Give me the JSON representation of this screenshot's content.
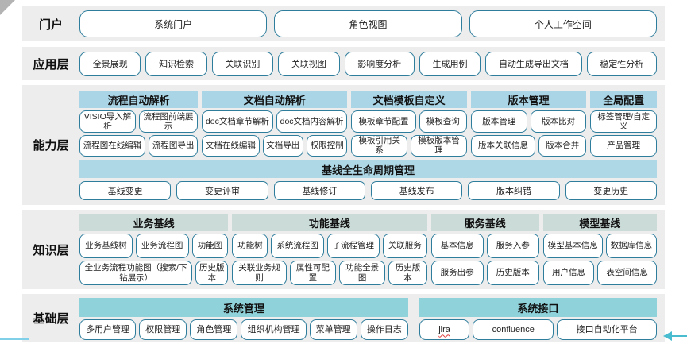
{
  "colors": {
    "band_bg": "#ededed",
    "button_border": "#2e7d9c",
    "capability_header_bg": "#a9d5e6",
    "baseline_banner_bg": "#aed8e6",
    "knowledge_header_bg": "#cbdbd8",
    "foundation_header_bg": "#8fd2da",
    "corner_triangle": "#b3b3b3",
    "bottom_line": "#7fd0e8",
    "arrow": "#49bcd0",
    "spellcheck_underline": "#e03a3a"
  },
  "portal": {
    "label": "门户",
    "buttons": [
      "系统门户",
      "角色视图",
      "个人工作空间"
    ]
  },
  "application": {
    "label": "应用层",
    "buttons": [
      "全景展现",
      "知识检索",
      "关联识别",
      "关联视图",
      "影响度分析",
      "生成用例",
      "自动生成导出文档",
      "稳定性分析"
    ]
  },
  "capability": {
    "label": "能力层",
    "groups": [
      {
        "header": "流程自动解析",
        "rows": [
          [
            "VISIO导入解析",
            "流程图前端展示"
          ],
          [
            "流程图在线编辑",
            "流程图导出"
          ]
        ]
      },
      {
        "header": "文档自动解析",
        "rows": [
          [
            "doc文档章节解析",
            "doc文档内容解析"
          ],
          [
            "文档在线编辑",
            "文档导出",
            "权限控制"
          ]
        ]
      },
      {
        "header": "文档模板自定义",
        "rows": [
          [
            "模板章节配置",
            "模板查询"
          ],
          [
            "模板引用关系",
            "模板版本管理"
          ]
        ]
      },
      {
        "header": "版本管理",
        "rows": [
          [
            "版本管理",
            "版本比对"
          ],
          [
            "版本关联信息",
            "版本合并"
          ]
        ]
      },
      {
        "header": "全局配置",
        "rows": [
          [
            "标签管理/自定义"
          ],
          [
            "产品管理"
          ]
        ]
      }
    ],
    "baseline": {
      "header": "基线全生命周期管理",
      "buttons": [
        "基线变更",
        "变更评审",
        "基线修订",
        "基线发布",
        "版本纠错",
        "变更历史"
      ]
    }
  },
  "knowledge": {
    "label": "知识层",
    "groups": [
      {
        "header": "业务基线",
        "rows": [
          [
            "业务基线树",
            "业务流程图",
            "功能图"
          ],
          [
            "全业务流程功能图（搜索/下钻展示）",
            "历史版本"
          ]
        ]
      },
      {
        "header": "功能基线",
        "rows": [
          [
            "功能树",
            "系统流程图",
            "子流程管理",
            "关联服务"
          ],
          [
            "关联业务规则",
            "属性可配置",
            "功能全景图",
            "历史版本"
          ]
        ]
      },
      {
        "header": "服务基线",
        "rows": [
          [
            "基本信息",
            "服务入参"
          ],
          [
            "服务出参",
            "历史版本"
          ]
        ]
      },
      {
        "header": "模型基线",
        "rows": [
          [
            "模型基本信息",
            "数据库信息"
          ],
          [
            "用户信息",
            "表空间信息"
          ]
        ]
      }
    ]
  },
  "foundation": {
    "label": "基础层",
    "groups": [
      {
        "header": "系统管理",
        "rows": [
          [
            "多用户管理",
            "权限管理",
            "角色管理",
            "组织机构管理",
            "菜单管理",
            "操作日志"
          ]
        ]
      },
      {
        "header": "系统接口",
        "rows": [
          [
            {
              "label": "jira",
              "decoration": "red-wavy-underline"
            },
            "confluence",
            "接口自动化平台"
          ]
        ]
      }
    ]
  }
}
